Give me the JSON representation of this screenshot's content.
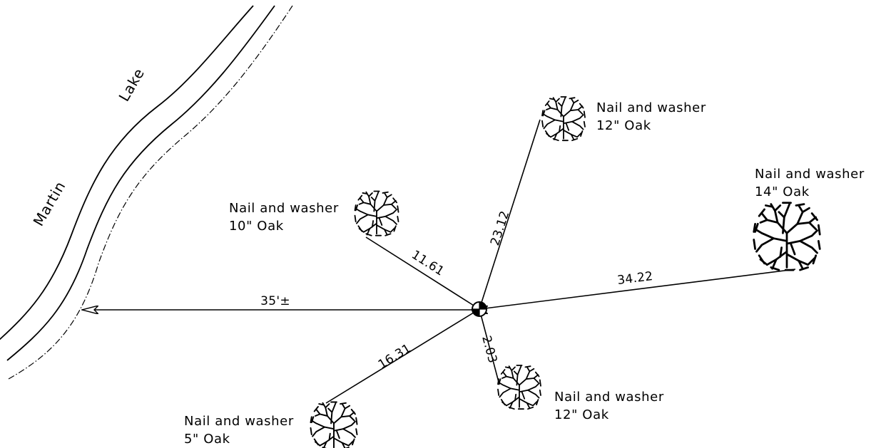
{
  "lake_labels": {
    "word1": "Martin",
    "word2": "Lake"
  },
  "reference_dimension": "35'±",
  "trees": [
    {
      "line1": "Nail and washer",
      "line2": "12\" Oak",
      "distance": "23.12"
    },
    {
      "line1": "Nail and washer",
      "line2": "14\" Oak",
      "distance": "34.22"
    },
    {
      "line1": "Nail and washer",
      "line2": "10\" Oak",
      "distance": "11.61"
    },
    {
      "line1": "Nail and washer",
      "line2": "12\" Oak",
      "distance": "2.03"
    },
    {
      "line1": "Nail and washer",
      "line2": "5\" Oak",
      "distance": "16.31"
    }
  ],
  "symbols": {
    "tree": "tree-symbol-icon",
    "control_point": "survey-control-point-icon",
    "arrow": "dimension-arrowhead-icon"
  }
}
